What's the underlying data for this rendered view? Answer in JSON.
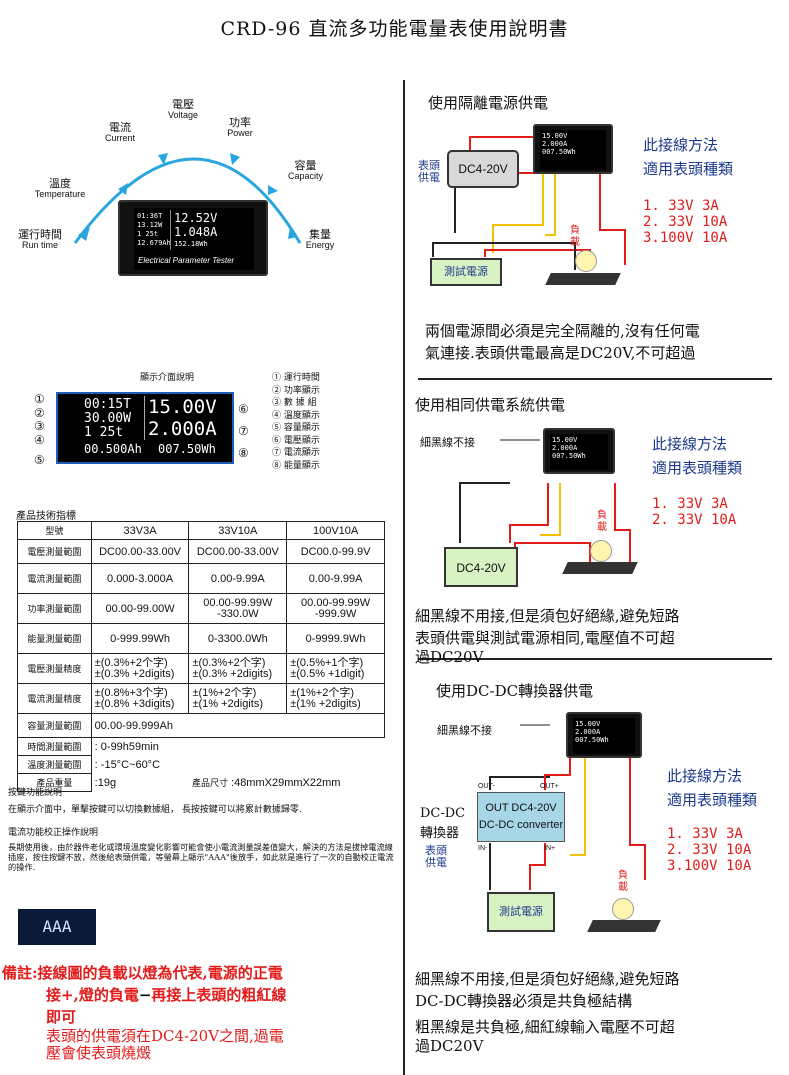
{
  "title": "CRD-96 直流多功能電量表使用說明書",
  "top_diagram": {
    "labels": {
      "voltage": {
        "zh": "電壓",
        "en": "Voltage"
      },
      "current": {
        "zh": "電流",
        "en": "Current"
      },
      "power": {
        "zh": "功率",
        "en": "Power"
      },
      "temperature": {
        "zh": "溫度",
        "en": "Temperature"
      },
      "capacity": {
        "zh": "容量",
        "en": "Capacity"
      },
      "runtime": {
        "zh": "運行時間",
        "en": "Run time"
      },
      "energy": {
        "zh": "集量",
        "en": "Energy"
      }
    },
    "screen": {
      "l1": "01:36T",
      "l2": "13.12W",
      "l3": "1  25t",
      "l4": "12.679Ah",
      "v": "12.52V",
      "a": "1.048A",
      "r4": "152.18Wh",
      "caption": "Electrical Parameter Tester"
    }
  },
  "display_diagram": {
    "heading": "顯示介面說明",
    "rows": [
      "00:15T",
      "30.00W",
      "1   25t",
      "00.500Ah"
    ],
    "big_v": "15.00V",
    "big_a": "2.000A",
    "wh": "007.50Wh",
    "nums": [
      "①",
      "②",
      "③",
      "④",
      "⑤",
      "⑥",
      "⑦",
      "⑧"
    ],
    "legend": [
      "① 運行時間",
      "② 功率顯示",
      "③ 數 據 組",
      "④ 溫度顯示",
      "⑤ 容量顯示",
      "⑥ 電壓顯示",
      "⑦ 電流顯示",
      "⑧ 能量顯示"
    ]
  },
  "specs": {
    "heading": "產品技術指標",
    "headers": [
      "型號",
      "33V3A",
      "33V10A",
      "100V10A"
    ],
    "rows": [
      [
        "電壓測量範圍",
        "DC00.00-33.00V",
        "DC00.00-33.00V",
        "DC00.0-99.9V"
      ],
      [
        "電流測量範圍",
        "0.000-3.000A",
        "0.00-9.99A",
        "0.00-9.99A"
      ],
      [
        "功率測量範圍",
        "00.00-99.00W",
        "00.00-99.99W\n-330.0W",
        "00.00-99.99W\n-999.9W"
      ],
      [
        "能量測量範圍",
        "0-999.99Wh",
        "0-3300.0Wh",
        "0-9999.9Wh"
      ],
      [
        "電壓測量精度",
        "±(0.3%+2个字)\n±(0.3% +2digits)",
        "±(0.3%+2个字)\n±(0.3% +2digits)",
        "±(0.5%+1个字)\n±(0.5% +1digit)"
      ],
      [
        "電流測量精度",
        "±(0.8%+3个字)\n±(0.8% +3digits)",
        "±(1%+2个字)\n±(1% +2digits)",
        "±(1%+2个字)\n±(1% +2digits)"
      ]
    ],
    "capacity_label": "容量測量範圍",
    "capacity_value": "00.00-99.999Ah",
    "time_label": "時間測量範圍",
    "time_value": ": 0-99h59min",
    "temp_label": "溫度測量範圍",
    "temp_value": ": -15°C~60°C",
    "weight_label": "產品重量",
    "weight_value": ":19g",
    "size_label": "產品尺寸",
    "size_value": ":48mmX29mmX22mm"
  },
  "instructions": {
    "key_title": "按鍵功能說明",
    "key_text": "在顯示介面中，單擊按鍵可以切換數據組，  長按按鍵可以將累計數據歸零.",
    "cal_title": "電流功能校正操作說明",
    "cal_text": "長期使用後，由於器件老化或環境溫度變化影響可能會使小電流測量誤差值變大，解決的方法是拔掉電流線插座，按住按鍵不放，然後給表頭供電，等螢幕上顯示\"AAA\"後放手，如此就是進行了一次的自動校正電流的操作.",
    "aaa": "AAA"
  },
  "remark": {
    "line1": "備註:接線圖的負載以燈為代表,電源的正電",
    "line2a": "接",
    "plus": "+",
    "line2b": ",燈的負電",
    "minus": "−",
    "line2c": "再接上表頭的粗紅線",
    "line3": "即可",
    "line4": "表頭的供電須在DC4-20V之間,過電",
    "line5": "壓會使表頭燒燬"
  },
  "sec1": {
    "title": "使用隔離電源供電",
    "psu": "DC4-20V",
    "meter_supply": "表頭\n供電",
    "test_supply": "測試電源",
    "load": "負\n載",
    "method1": "此接線方法",
    "method2": "適用表頭種類",
    "models": [
      "1.  33V  3A",
      "2.  33V  10A",
      "3.100V  10A"
    ],
    "note1": "兩個電源間必須是完全隔離的,沒有任何電",
    "note2": "氣連接.表頭供電最高是DC20V,不可超過"
  },
  "sec2": {
    "title": "使用相同供電系統供電",
    "thin_black": "細黑線不接",
    "psu": "DC4-20V",
    "load": "負\n載",
    "method1": "此接線方法",
    "method2": "適用表頭種類",
    "models": [
      "1.  33V   3A",
      "2.  33V  10A"
    ],
    "note1": "細黑線不用接,但是須包好絕緣,避免短路",
    "note2": "表頭供電與測試電源相同,電壓值不可超",
    "note3": "過DC20V"
  },
  "sec3": {
    "title": "使用DC-DC轉換器供電",
    "thin_black": "細黑線不接",
    "dcdc_label1": "DC-DC",
    "dcdc_label2": "轉換器",
    "meter_supply": "表頭\n供電",
    "out_minus": "OUT-",
    "out_plus": "OUT+",
    "in_minus": "IN-",
    "in_plus": "IN+",
    "box1": "OUT DC4-20V",
    "box2": "DC-DC converter",
    "test_supply": "測試電源",
    "load": "負\n載",
    "method1": "此接線方法",
    "method2": "適用表頭種類",
    "models": [
      "1.  33V   3A",
      "2.  33V  10A",
      "3.100V  10A"
    ],
    "note1": "細黑線不用接,但是須包好絕緣,避免短路",
    "note2": "DC-DC轉換器必須是共負極結構",
    "note3": "粗黑線是共負極,細紅線輸入電壓不可超",
    "note4": "過DC20V"
  },
  "colors": {
    "red": "#e21b1b",
    "blue": "#1b3a8c",
    "arc": "#29a6e0",
    "psu_green": "#d9f2c4",
    "dcdc_blue": "#a7d7e7"
  }
}
